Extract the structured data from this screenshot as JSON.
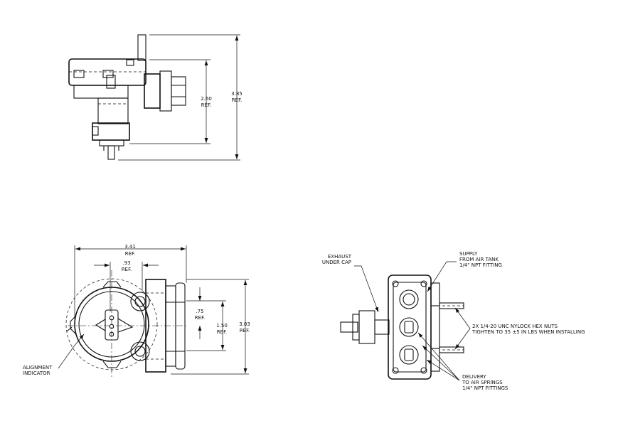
{
  "dimensions": {
    "top_height_inner": {
      "value": "2.60",
      "ref": "REF."
    },
    "top_height_outer": {
      "value": "3.85",
      "ref": "REF."
    },
    "front_width": {
      "value": "3.41",
      "ref": "REF."
    },
    "front_offset": {
      "value": ".93",
      "ref": "REF."
    },
    "front_port_spacing_small": {
      "value": ".75",
      "ref": "REF."
    },
    "front_port_spacing": {
      "value": "1.50",
      "ref": "REF."
    },
    "front_height": {
      "value": "3.03",
      "ref": "REF."
    }
  },
  "callouts": {
    "alignment": [
      "ALIGNMENT",
      "INDICATOR"
    ],
    "exhaust": [
      "EXHAUST",
      "UNDER CAP"
    ],
    "supply": [
      "SUPPLY",
      "FROM AIR TANK",
      "1/4\" NPT FITTING"
    ],
    "nuts": [
      "2X 1/4-20 UNC NYLOCK HEX NUTS",
      "TIGHTEN TO 35 ±5 IN LBS WHEN INSTALLING"
    ],
    "delivery": [
      "DELIVERY",
      "TO AIR SPRINGS",
      "1/4\" NPT FITTINGS"
    ]
  }
}
